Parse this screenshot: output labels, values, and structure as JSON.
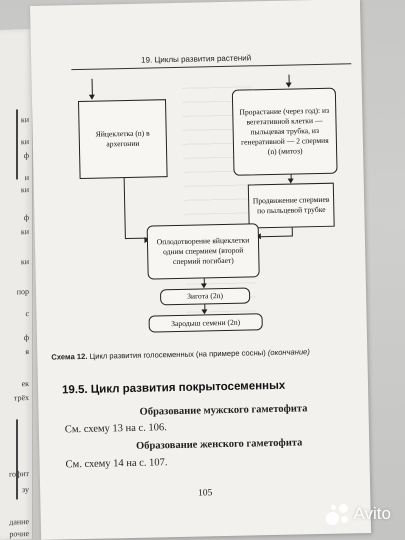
{
  "left_page": {
    "fragments": [
      "ки",
      "ки",
      "ф",
      "и",
      "ки",
      "ф",
      "ки",
      "ки",
      "пор",
      "с",
      "ф",
      "я",
      "ек",
      "трёх",
      "гофит",
      "дание",
      "зу",
      "рочие"
    ]
  },
  "page": {
    "running_head": "19. Циклы развития растений",
    "diagram": {
      "egg_cell": "Яйцеклетка (n) в архегонии",
      "germination": "Прорастание (через год): из вегетативной клетки — пыльцевая трубка, из генеративной — 2 спермия (n) (митоз)",
      "sperm_movement": "Продвижение спермиев по пыльцевой трубке",
      "fertilization": "Оплодотворение яйцеклетки одним спермием (второй спермий погибает)",
      "zygote": "Зигота (2n)",
      "embryo": "Зародыш семени (2n)"
    },
    "caption": {
      "label": "Схема 12.",
      "text": "Цикл развития голосеменных (на примере сосны)",
      "suffix": "(окончание)"
    },
    "section_title": "19.5. Цикл развития покрытосеменных",
    "male_title": "Образование мужского гаметофита",
    "male_text": "См. схему 13 на с. 106.",
    "female_title": "Образование женского гаметофита",
    "female_text": "См. схему 14 на с. 107.",
    "page_number": "105"
  },
  "watermark": {
    "text": "Avito"
  }
}
